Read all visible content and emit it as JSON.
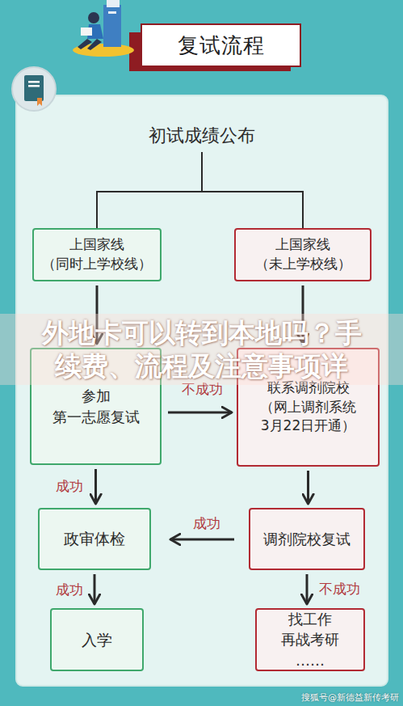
{
  "diagram": {
    "title": "复试流程",
    "nodes": [
      {
        "text": [
          "初试成绩公布"
        ]
      },
      {
        "text": [
          "上国家线 （同时上学校线）"
        ]
      },
      {
        "text": [
          "上国家线 （未上学校线）"
        ]
      },
      {
        "text": [
          "参加 第一志愿复试"
        ]
      },
      {
        "text": [
          "联系调剂院校 （网上调剂系统 3月22日开通）"
        ]
      },
      {
        "text": [
          "政审体检"
        ]
      },
      {
        "text": [
          "调剂院校复试"
        ]
      },
      {
        "text": [
          "入学"
        ]
      },
      {
        "text": [
          "找工作 再战考研 ……"
        ]
      }
    ],
    "edges": [
      {
        "from": 0,
        "to": 1,
        "arrow": "none"
      },
      {
        "from": 0,
        "to": 2,
        "arrow": "none"
      },
      {
        "from": 1,
        "to": 3,
        "arrow": "to"
      },
      {
        "from": 2,
        "to": 4,
        "arrow": "to"
      },
      {
        "from": 3,
        "to": 4,
        "label": "不成功",
        "arrow": "to"
      },
      {
        "from": 3,
        "to": 5,
        "label": "成功",
        "arrow": "to"
      },
      {
        "from": 4,
        "to": 6,
        "arrow": "to"
      },
      {
        "from": 6,
        "to": 5,
        "label": "成功",
        "arrow": "to"
      },
      {
        "from": 6,
        "to": 8,
        "label": "不成功",
        "arrow": "to"
      },
      {
        "from": 5,
        "to": 7,
        "label": "成功",
        "arrow": "to"
      }
    ],
    "labels": [
      "外地卡可以转到本地吗？手 续费、流程及注意事项详",
      "搜狐号@新德益新传考研"
    ]
  }
}
